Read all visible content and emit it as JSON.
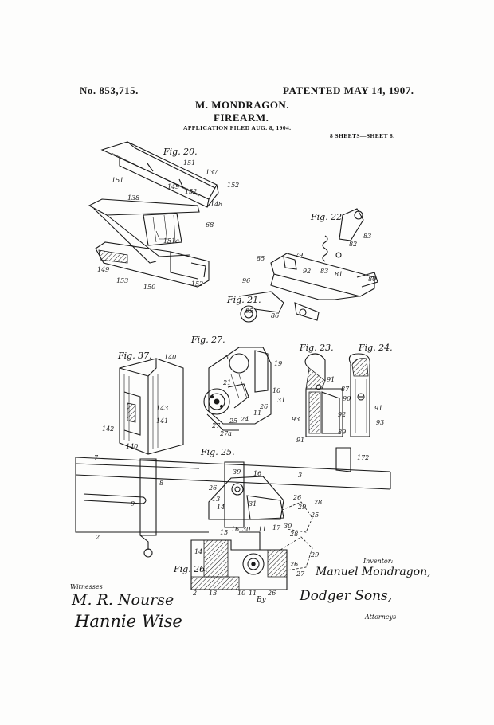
{
  "header": {
    "patent_number": "No. 853,715.",
    "patented": "PATENTED MAY 14, 1907.",
    "inventor_name": "M. MONDRAGON.",
    "title": "FIREARM.",
    "application": "APPLICATION FILED AUG. 8, 1904.",
    "sheets": "8 SHEETS—SHEET 8."
  },
  "figures": {
    "fig20": {
      "label": "Fig. 20.",
      "callouts": [
        "151",
        "137",
        "151",
        "149",
        "152",
        "152",
        "138",
        "148",
        "68",
        "151a",
        "149",
        "153",
        "150",
        "152"
      ]
    },
    "fig21": {
      "label": "Fig. 21.",
      "callouts": [
        "95",
        "86"
      ]
    },
    "fig22": {
      "label": "Fig. 22",
      "callouts": [
        "83",
        "82",
        "79",
        "85",
        "92",
        "83",
        "81",
        "80",
        "96"
      ]
    },
    "fig23": {
      "label": "Fig. 23.",
      "callouts": [
        "91",
        "87",
        "90",
        "92",
        "93",
        "91",
        "89"
      ]
    },
    "fig24": {
      "label": "Fig. 24.",
      "callouts": [
        "91",
        "93"
      ]
    },
    "fig25": {
      "label": "Fig. 25.",
      "callouts": [
        "7",
        "172",
        "39",
        "16",
        "3",
        "26",
        "13",
        "14",
        "8",
        "9",
        "31",
        "26",
        "28",
        "29",
        "25",
        "2"
      ]
    },
    "fig26": {
      "label": "Fig. 26.",
      "callouts": [
        "15",
        "16",
        "30",
        "11",
        "17",
        "30",
        "28",
        "14",
        "29",
        "26",
        "27",
        "2",
        "13",
        "10",
        "11",
        "26"
      ]
    },
    "fig27": {
      "label": "Fig. 27.",
      "callouts": [
        "3",
        "19",
        "21",
        "10",
        "31",
        "26",
        "11",
        "25",
        "24",
        "27",
        "27a"
      ]
    },
    "fig37": {
      "label": "Fig. 37.",
      "callouts": [
        "140",
        "143",
        "141",
        "142",
        "140"
      ]
    }
  },
  "signatures": {
    "witnesses_label": "Witnesses",
    "witness_1": "M. R. Nourse",
    "witness_2": "Hannie Wise",
    "inventor_label": "Inventor:",
    "inventor_signature": "Manuel Mondragon,",
    "by_label": "By",
    "attorney_signature": "Dodger Sons,",
    "attorneys_label": "Attorneys"
  }
}
